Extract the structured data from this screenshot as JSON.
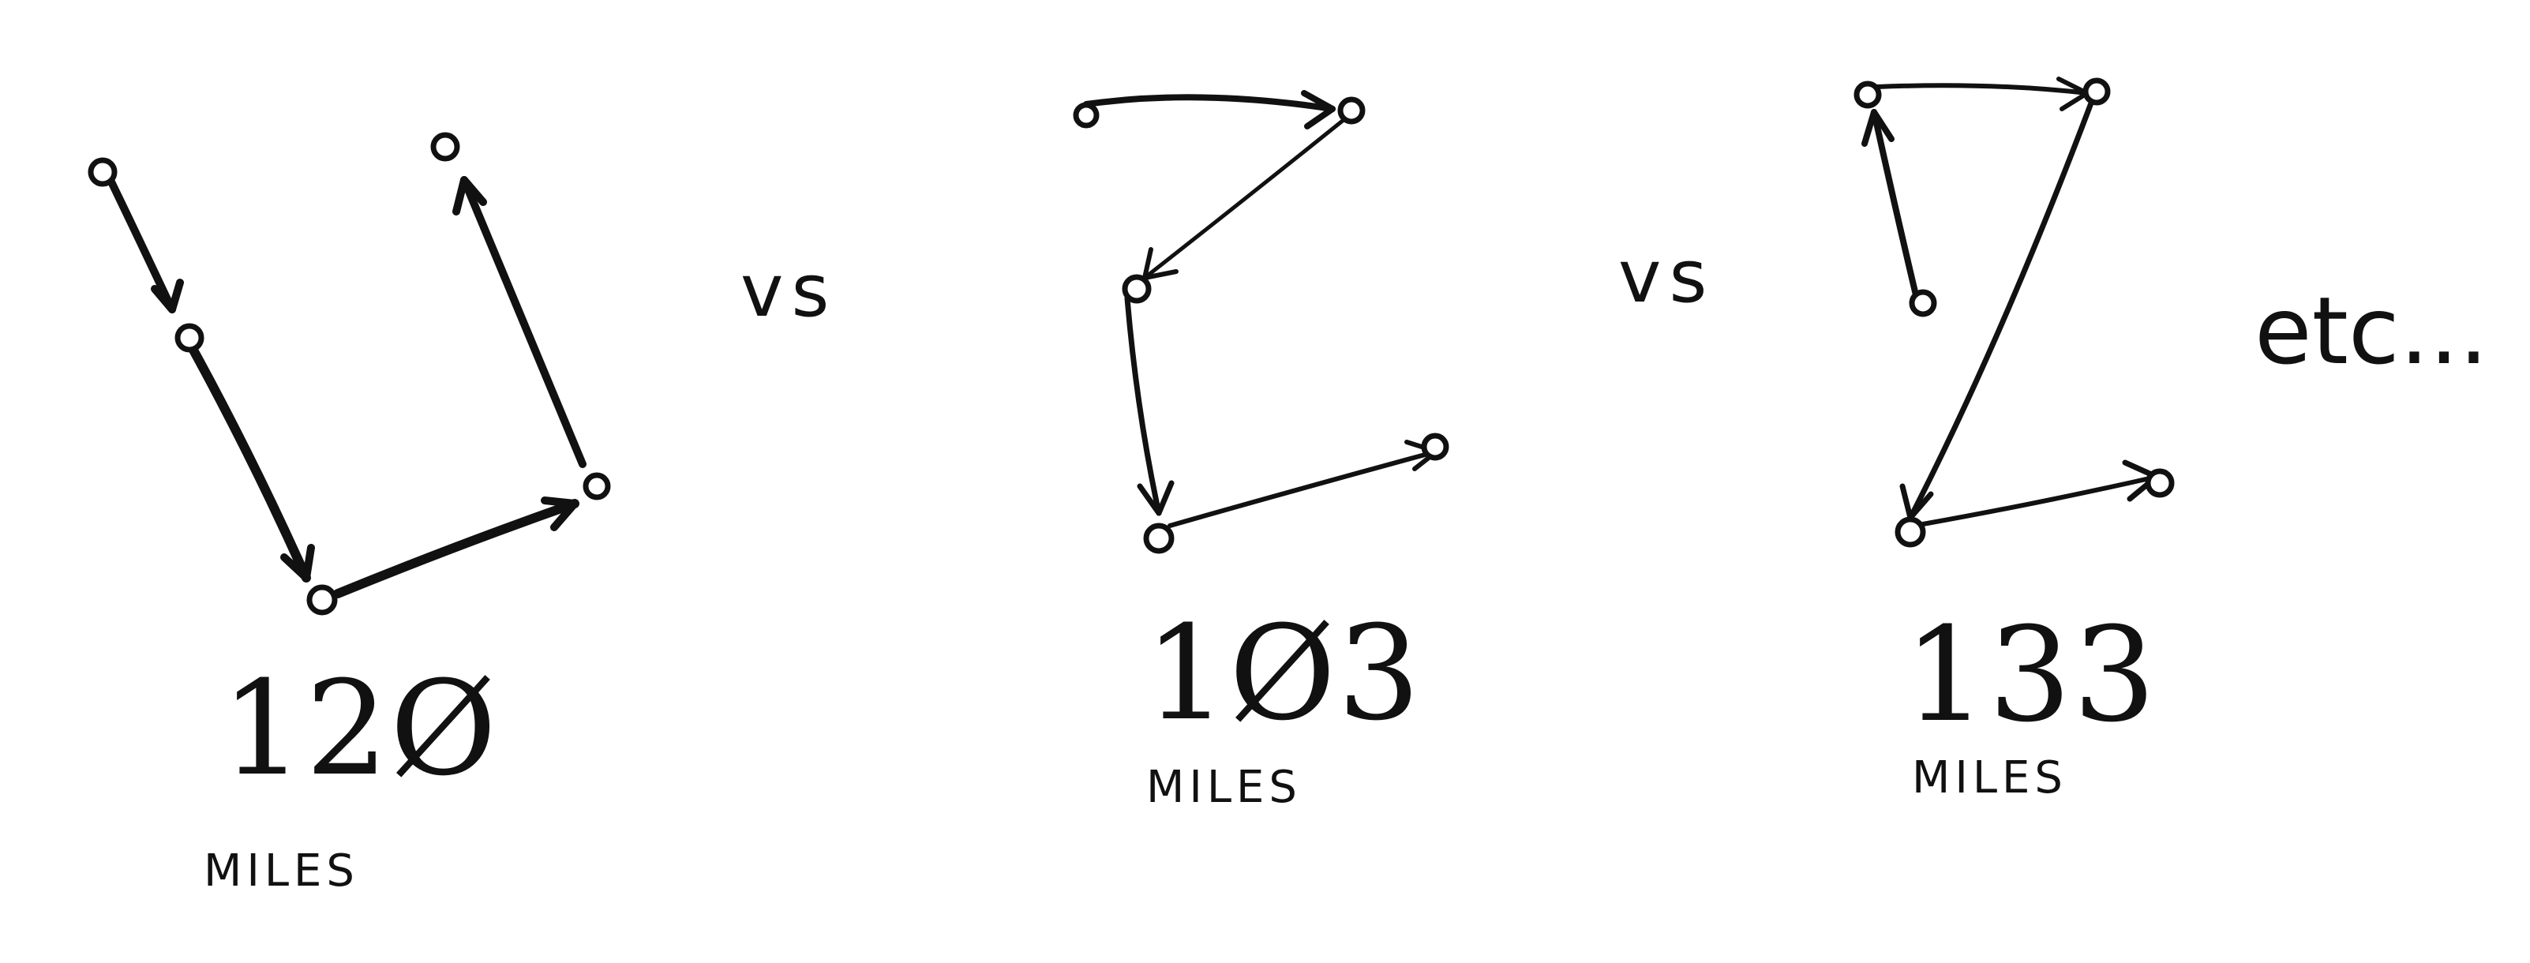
{
  "routes": [
    {
      "id": "route-a",
      "distance": "12Ø",
      "unit": "MILES"
    },
    {
      "id": "route-b",
      "distance": "1Ø3",
      "unit": "MILES"
    },
    {
      "id": "route-c",
      "distance": "133",
      "unit": "MILES"
    }
  ],
  "separators": [
    "vs",
    "vs"
  ],
  "continuation": "etc..."
}
